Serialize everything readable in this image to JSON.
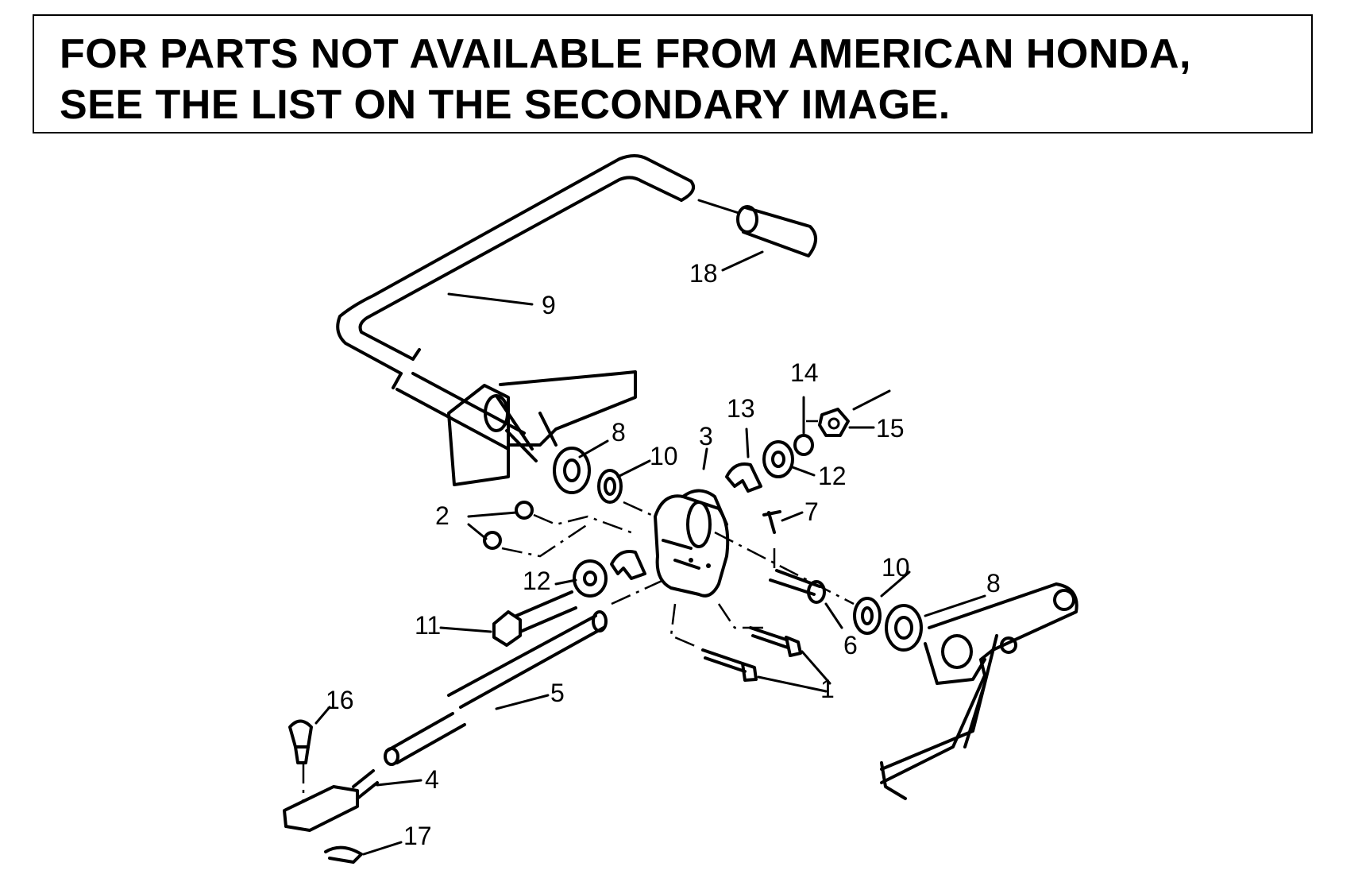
{
  "notice": {
    "line1": "FOR PARTS NOT AVAILABLE FROM AMERICAN HONDA,",
    "line2": "SEE THE LIST ON THE SECONDARY IMAGE."
  },
  "callouts": {
    "c1": "1",
    "c2": "2",
    "c3": "3",
    "c4": "4",
    "c5": "5",
    "c6": "6",
    "c7": "7",
    "c8a": "8",
    "c8b": "8",
    "c9": "9",
    "c10a": "10",
    "c10b": "10",
    "c11": "11",
    "c12a": "12",
    "c12b": "12",
    "c13": "13",
    "c14": "14",
    "c15": "15",
    "c16": "16",
    "c17": "17",
    "c18": "18"
  }
}
